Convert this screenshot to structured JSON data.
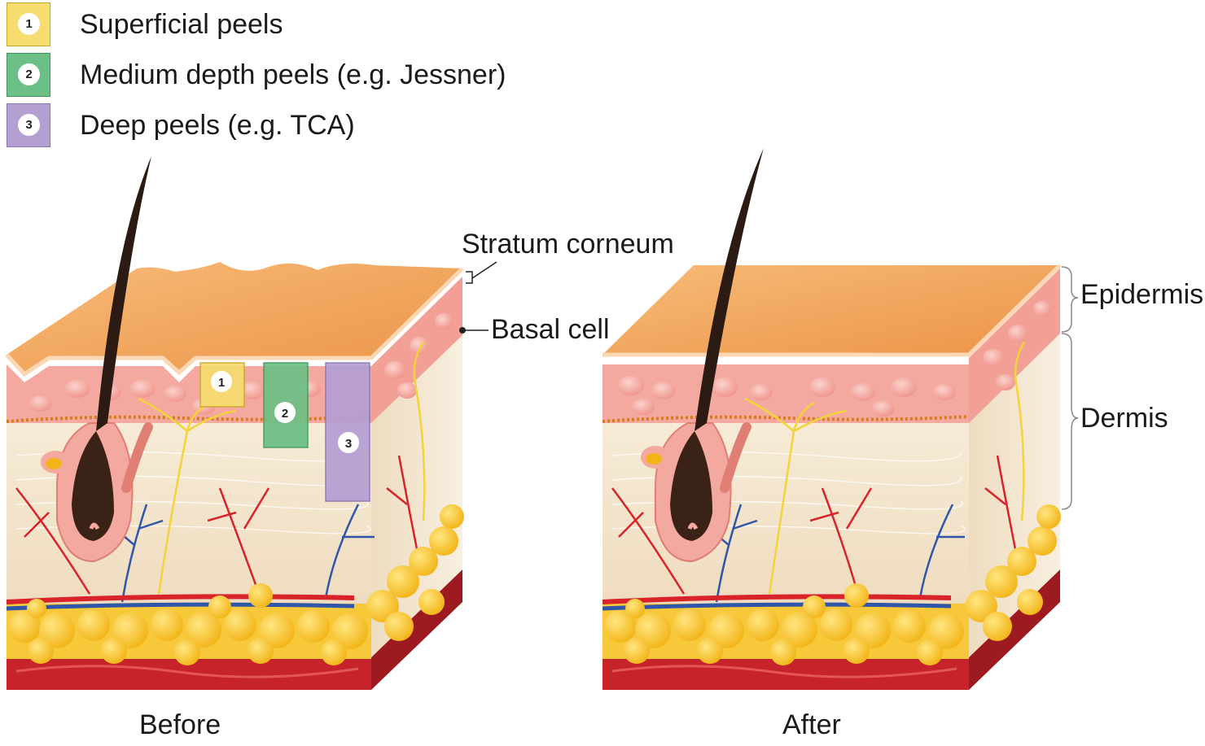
{
  "legend": {
    "items": [
      {
        "number": "1",
        "label": "Superficial peels",
        "fill": "#f7dc6f",
        "stroke": "#c9a72a"
      },
      {
        "number": "2",
        "label": "Medium depth peels (e.g. Jessner)",
        "fill": "#6cbf87",
        "stroke": "#3e9a5c"
      },
      {
        "number": "3",
        "label": "Deep peels (e.g. TCA)",
        "fill": "#b49fd3",
        "stroke": "#8a73b3"
      }
    ]
  },
  "labels": {
    "stratum_corneum": "Stratum corneum",
    "basal_cell": "Basal cell",
    "epidermis": "Epidermis",
    "dermis": "Dermis",
    "before": "Before",
    "after": "After"
  },
  "colors": {
    "skin_top": "#f2a45e",
    "epidermis_pink": "#f4a9a0",
    "dermis": "#f3e6cf",
    "fat": "#f7c93a",
    "muscle": "#c7232b",
    "hair": "#2b1b12",
    "artery": "#d8232a",
    "vein": "#2f56a8",
    "nerve": "#f2d43a"
  }
}
